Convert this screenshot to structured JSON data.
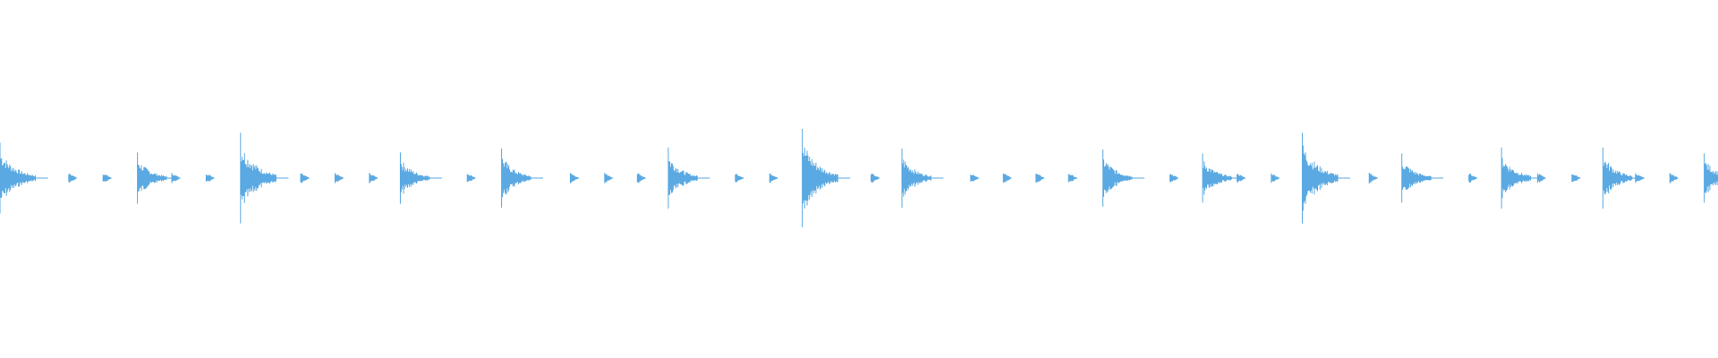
{
  "waveform": {
    "color": "#5aa9e2",
    "background": "#ffffff",
    "hits": [
      {
        "time": 0.0,
        "kind": "big",
        "amp": 0.72
      },
      {
        "time": 0.04,
        "kind": "small",
        "amp": 0.25
      },
      {
        "time": 0.06,
        "kind": "small",
        "amp": 0.25
      },
      {
        "time": 0.08,
        "kind": "medium",
        "amp": 0.52
      },
      {
        "time": 0.1,
        "kind": "small",
        "amp": 0.25
      },
      {
        "time": 0.12,
        "kind": "small",
        "amp": 0.25
      },
      {
        "time": 0.14,
        "kind": "big",
        "amp": 0.92
      },
      {
        "time": 0.175,
        "kind": "small",
        "amp": 0.25
      },
      {
        "time": 0.195,
        "kind": "small",
        "amp": 0.25
      },
      {
        "time": 0.215,
        "kind": "small",
        "amp": 0.25
      },
      {
        "time": 0.233,
        "kind": "medium",
        "amp": 0.52
      },
      {
        "time": 0.272,
        "kind": "small",
        "amp": 0.25
      },
      {
        "time": 0.292,
        "kind": "medium",
        "amp": 0.6
      },
      {
        "time": 0.332,
        "kind": "small",
        "amp": 0.25
      },
      {
        "time": 0.352,
        "kind": "small",
        "amp": 0.25
      },
      {
        "time": 0.371,
        "kind": "small",
        "amp": 0.25
      },
      {
        "time": 0.389,
        "kind": "medium",
        "amp": 0.62
      },
      {
        "time": 0.428,
        "kind": "small",
        "amp": 0.25
      },
      {
        "time": 0.448,
        "kind": "small",
        "amp": 0.25
      },
      {
        "time": 0.467,
        "kind": "big",
        "amp": 1.0
      },
      {
        "time": 0.507,
        "kind": "small",
        "amp": 0.25
      },
      {
        "time": 0.525,
        "kind": "medium",
        "amp": 0.6
      },
      {
        "time": 0.565,
        "kind": "small",
        "amp": 0.25
      },
      {
        "time": 0.584,
        "kind": "small",
        "amp": 0.25
      },
      {
        "time": 0.603,
        "kind": "small",
        "amp": 0.25
      },
      {
        "time": 0.622,
        "kind": "small",
        "amp": 0.25
      },
      {
        "time": 0.642,
        "kind": "medium",
        "amp": 0.58
      },
      {
        "time": 0.681,
        "kind": "small",
        "amp": 0.25
      },
      {
        "time": 0.7,
        "kind": "medium",
        "amp": 0.5
      },
      {
        "time": 0.72,
        "kind": "small",
        "amp": 0.25
      },
      {
        "time": 0.74,
        "kind": "small",
        "amp": 0.25
      },
      {
        "time": 0.758,
        "kind": "big",
        "amp": 0.92
      },
      {
        "time": 0.797,
        "kind": "small",
        "amp": 0.25
      },
      {
        "time": 0.816,
        "kind": "medium",
        "amp": 0.5
      },
      {
        "time": 0.855,
        "kind": "small",
        "amp": 0.25
      },
      {
        "time": 0.874,
        "kind": "medium",
        "amp": 0.62
      },
      {
        "time": 0.895,
        "kind": "small",
        "amp": 0.25
      },
      {
        "time": 0.915,
        "kind": "small",
        "amp": 0.25
      },
      {
        "time": 0.933,
        "kind": "medium",
        "amp": 0.62
      },
      {
        "time": 0.952,
        "kind": "small",
        "amp": 0.25
      },
      {
        "time": 0.972,
        "kind": "small",
        "amp": 0.25
      },
      {
        "time": 0.992,
        "kind": "medium",
        "amp": 0.5
      }
    ]
  }
}
